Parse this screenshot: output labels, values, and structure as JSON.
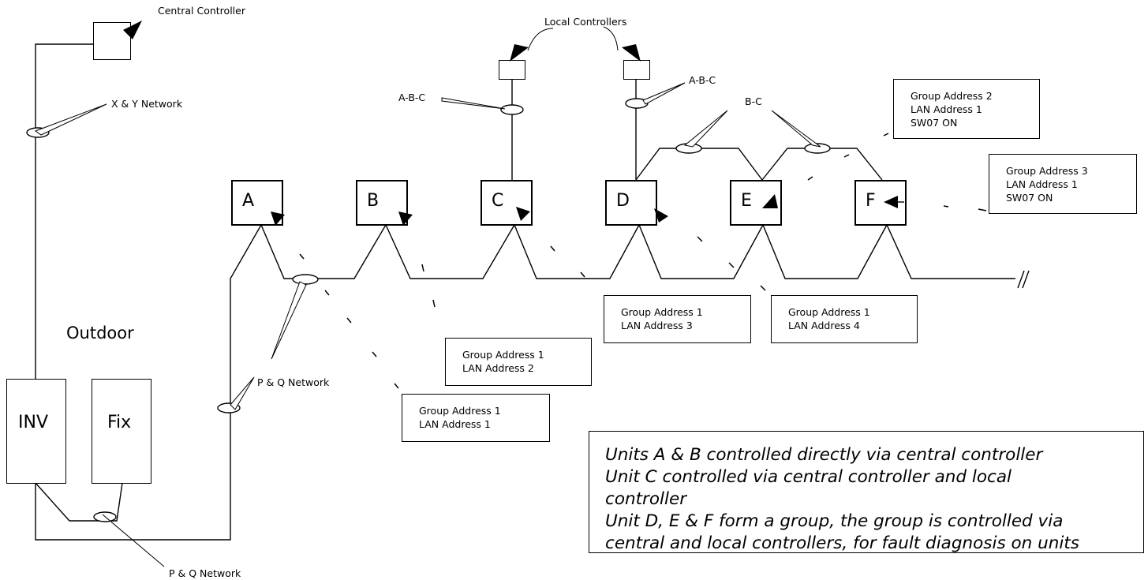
{
  "labels": {
    "central_controller": "Central Controller",
    "xy_network": "X & Y Network",
    "local_controllers": "Local Controllers",
    "abc_left": "A-B-C",
    "abc_right": "A-B-C",
    "bc": "B-C",
    "pq_network_upper": "P & Q  Network",
    "pq_network_lower": "P & Q  Network",
    "outdoor": "Outdoor"
  },
  "outdoor_units": {
    "inv": "INV",
    "fix": "Fix"
  },
  "units": [
    "A",
    "B",
    "C",
    "D",
    "E",
    "F"
  ],
  "address_boxes": [
    {
      "lines": [
        "Group Address 1",
        "LAN Address 1"
      ]
    },
    {
      "lines": [
        "Group Address 1",
        "LAN Address 2"
      ]
    },
    {
      "lines": [
        "Group Address 1",
        "LAN Address 3"
      ]
    },
    {
      "lines": [
        "Group Address 1",
        "LAN Address 4"
      ]
    },
    {
      "lines": [
        "Group Address 2",
        "LAN Address 1",
        "SW07 ON"
      ]
    },
    {
      "lines": [
        "Group Address 3",
        "LAN Address 1",
        "SW07 ON"
      ]
    }
  ],
  "note": {
    "lines": [
      "Units A & B controlled directly via central controller",
      "Unit C  controlled via central controller and local",
      "controller",
      "Unit D, E & F form a group, the group is controlled via",
      "central and local controllers, for fault diagnosis on units"
    ]
  }
}
